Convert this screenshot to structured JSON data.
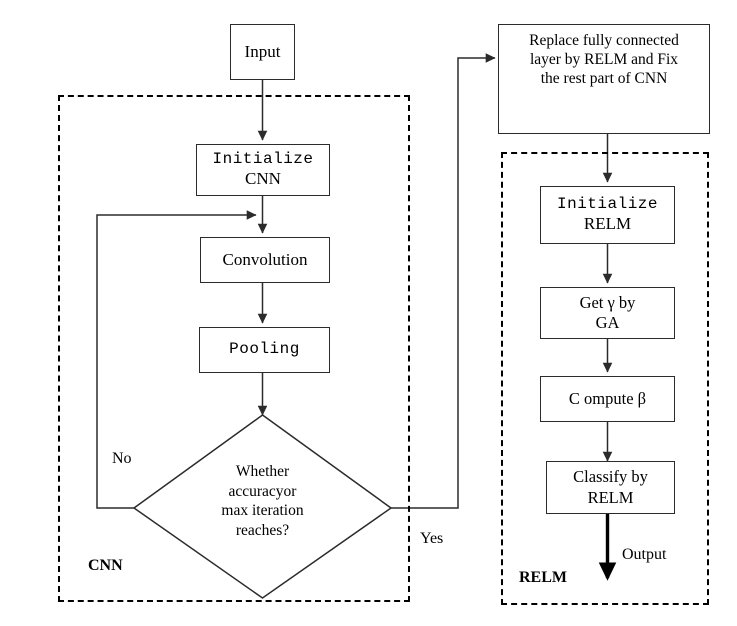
{
  "diagram": {
    "title_semantic": "CNN-RELM hybrid model flowchart",
    "groups": [
      {
        "id": "cnn",
        "label": "CNN"
      },
      {
        "id": "relm",
        "label": "RELM"
      }
    ],
    "nodes": {
      "input": {
        "text": "Input"
      },
      "initialize_cnn": {
        "line1": "Initialize",
        "line2": "CNN"
      },
      "convolution": {
        "text": "Convolution"
      },
      "pooling": {
        "text": "Pooling"
      },
      "decision": {
        "text": "Whether\naccuracyor\nmax iteration\nreaches?"
      },
      "replace_fc": {
        "line1": "Replace fully  connected",
        "line2": "layer by  RELM and Fix",
        "line3": "the rest  part of  CNN"
      },
      "initialize_relm": {
        "line1": "Initialize",
        "line2": "RELM"
      },
      "get_gamma": {
        "line1": "Get  γ   by",
        "line2": "GA"
      },
      "compute_beta": {
        "text": "C ompute  β"
      },
      "classify": {
        "line1": "Classify by",
        "line2": "RELM"
      }
    },
    "edge_labels": {
      "no": "No",
      "yes": "Yes",
      "output": "Output"
    },
    "colors": {
      "stroke": "#2b2b2b",
      "dashed_stroke": "#000000",
      "text": "#000000",
      "background": "#ffffff"
    }
  }
}
